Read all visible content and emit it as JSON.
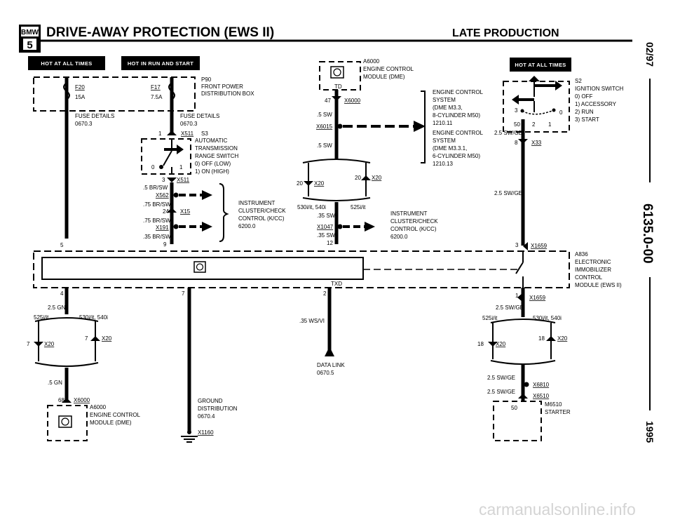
{
  "header": {
    "logo_top": "BMW",
    "logo_bottom": "5",
    "title": "DRIVE-AWAY PROTECTION (EWS II)",
    "subtitle": "LATE PRODUCTION"
  },
  "side_margin": {
    "date": "02/97",
    "code": "6135.0-00",
    "year": "1995"
  },
  "badges": {
    "hot_at_all_times": "HOT AT ALL TIMES",
    "hot_in_run_start": "HOT IN RUN AND START"
  },
  "fuse_box": {
    "fuse_a": "F20",
    "fuse_a_amps": "15A",
    "fuse_b": "F17",
    "fuse_b_amps": "7.5A",
    "id": "P90",
    "name_1": "FRONT POWER",
    "name_2": "DISTRIBUTION BOX",
    "details_1": "FUSE DETAILS",
    "details_1_ref": "0670.3",
    "details_2": "FUSE DETAILS",
    "details_2_ref": "0670.3"
  },
  "trans_switch": {
    "pin_1": "1",
    "conn_top": "X511",
    "id": "S3",
    "name_1": "AUTOMATIC",
    "name_2": "TRANSMISSION",
    "name_3": "RANGE SWITCH",
    "pos_0": "0) OFF (LOW)",
    "pos_1": "1) ON (HIGH)",
    "label_0": "0",
    "label_1": "1",
    "pin_3": "3",
    "conn_bottom": "X511"
  },
  "left_wires": {
    "w1": ".5 BR/SW",
    "conn_1": "X562",
    "w2": ".75 BR/SW",
    "pin_24": "24",
    "conn_15": "X15",
    "w3": ".75 BR/SW",
    "conn_2": "X191",
    "w4": ".35 BR/SW",
    "pin_9": "9",
    "pin_5": "5"
  },
  "cluster_left": {
    "l1": "INSTRUMENT",
    "l2": "CLUSTER/CHECK",
    "l3": "CONTROL (K/CC)",
    "l4": "6200.0"
  },
  "dme_top": {
    "id": "A6000",
    "name_1": "ENGINE CONTROL",
    "name_2": "MODULE (DME)",
    "pin_td": "TD",
    "pin_47": "47",
    "conn": "X6000",
    "wire_1": ".5 SW",
    "conn_2": "X6015",
    "wire_2": ".5 SW",
    "pin_20a": "20",
    "conn_20a": "X20",
    "pin_20b": "20",
    "conn_20b": "X20",
    "variant_1": "530i/it, 540i",
    "variant_2": "525i/it",
    "wire_3": ".35 SW",
    "conn_3": "X1047",
    "wire_4": ".35 SW",
    "pin_12": "12"
  },
  "engine_ref": {
    "l1": "ENGINE CONTROL",
    "l2": "SYSTEM",
    "l3": "(DME M3.3,",
    "l4": "8-CYLINDER M50)",
    "l5": "1210.11",
    "l6": "ENGINE CONTROL",
    "l7": "SYSTEM",
    "l8": "(DME M3.3.1,",
    "l9": "6-CYLINDER M50)",
    "l10": "1210.13"
  },
  "cluster_mid": {
    "l1": "INSTRUMENT",
    "l2": "CLUSTER/CHECK",
    "l3": "CONTROL (K/CC)",
    "l4": "6200.0"
  },
  "ignition": {
    "id": "S2",
    "name": "IGNITION SWITCH",
    "pos_0": "0) OFF",
    "pos_1": "1) ACCESSORY",
    "pos_2": "2) RUN",
    "pos_3": "3) START",
    "c3": "3",
    "c0": "0",
    "c50": "50",
    "c2": "2",
    "c1": "1",
    "wire_1": "2.5 SW/GE",
    "pin_8": "8",
    "conn_33": "X33",
    "wire_2": "2.5 SW/GE",
    "pin_3": "3",
    "conn_1659": "X1659"
  },
  "ews_module": {
    "id": "A836",
    "name_1": "ELECTRONIC",
    "name_2": "IMMOBILIZER",
    "name_3": "CONTROL",
    "name_4": "MODULE (EWS II)",
    "pin_txd": "TXD",
    "pin_4": "4",
    "pin_7": "7",
    "pin_2": "2",
    "pin_1": "1"
  },
  "bottom_left": {
    "wire_1": "2.5 GN",
    "variant_2": "525i/it",
    "variant_1": "530i/it, 540i",
    "pin_7a": "7",
    "conn_a": "X20",
    "pin_7b": "7",
    "conn_b": "X20",
    "wire_2": ".5 GN",
    "pin_68": "68",
    "conn_6000": "X6000",
    "id": "A6000",
    "name_1": "ENGINE CONTROL",
    "name_2": "MODULE (DME)"
  },
  "ground": {
    "l1": "GROUND",
    "l2": "DISTRIBUTION",
    "l3": "0670.4",
    "conn": "X1160"
  },
  "data_link": {
    "wire": ".35 WS/VI",
    "l1": "DATA LINK",
    "l2": "0670.5"
  },
  "bottom_right": {
    "conn_1659": "X1659",
    "wire_1": "2.5 SW/GE",
    "variant_2": "525i/it",
    "variant_1": "530i/it, 540i",
    "pin_18a": "18",
    "conn_a": "X20",
    "pin_18b": "18",
    "conn_b": "X20",
    "wire_2": "2.5 SW/GE",
    "conn_6810": "X6810",
    "wire_3": "2.5 SW/GE",
    "conn_6510": "X6510",
    "id": "M6510",
    "name": "STARTER",
    "pin_50": "50"
  },
  "watermark": "carmanualsonline.info"
}
